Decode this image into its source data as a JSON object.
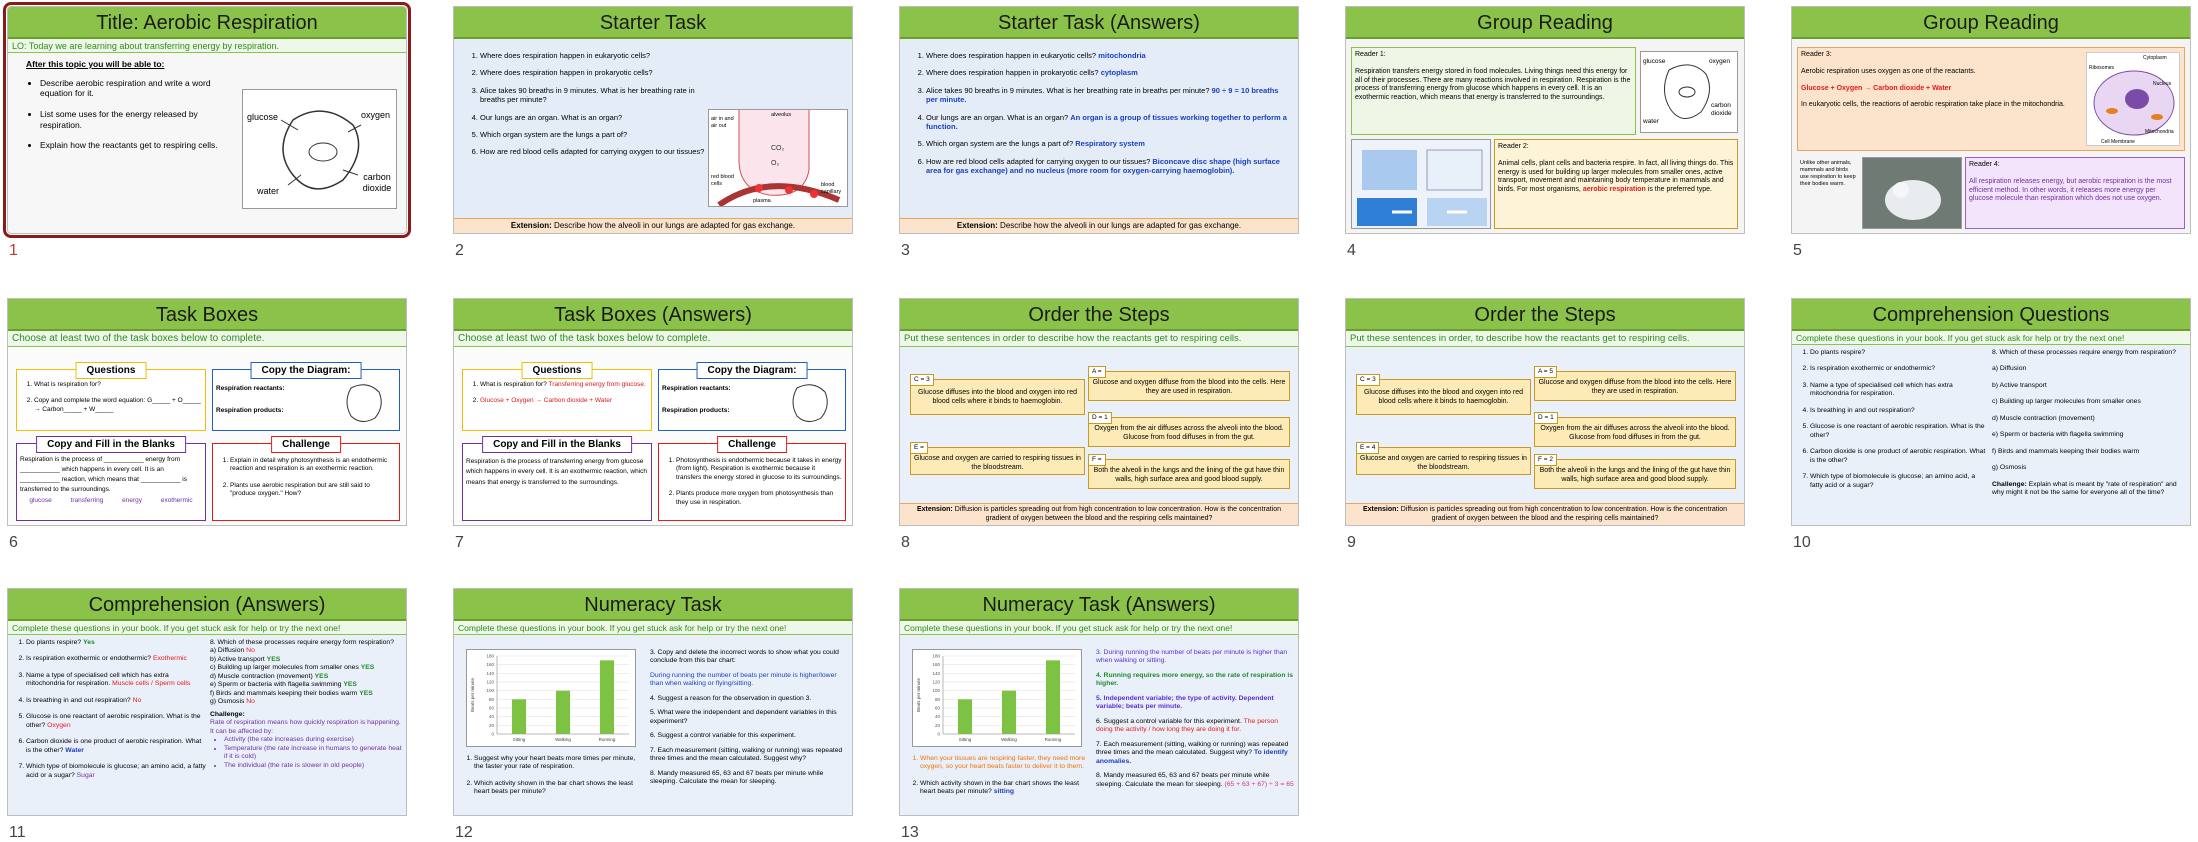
{
  "slides": [
    {
      "number": "1",
      "title": "Title: Aerobic Respiration",
      "lo": "LO: Today we are learning about transferring energy by respiration.",
      "after_heading": "After this topic you will be able to:",
      "bullets": [
        "Describe aerobic respiration and write a word equation for it.",
        "List some uses for the energy released by respiration.",
        "Explain how the reactants get to respiring cells."
      ],
      "diagram_labels": [
        "glucose",
        "oxygen",
        "water",
        "carbon dioxide"
      ]
    },
    {
      "number": "2",
      "title": "Starter Task",
      "questions": [
        "Where does respiration happen in eukaryotic cells?",
        "Where does respiration happen in prokaryotic cells?",
        "Alice takes 90 breaths in 9 minutes. What is her breathing rate in breaths per minute?",
        "Our lungs are an organ. What is an organ?",
        "Which organ system are the lungs a part of?",
        "How are red blood cells adapted for carrying oxygen to our tissues?"
      ],
      "diagram_labels": [
        "air in and air out",
        "alveolus",
        "red blood cells",
        "plasma",
        "blood capillary"
      ],
      "ext_label": "Extension:",
      "ext_text": "Describe how the alveoli in our lungs are adapted for gas exchange."
    },
    {
      "number": "3",
      "title": "Starter Task (Answers)",
      "questions": [
        "Where does respiration happen in eukaryotic cells?",
        "Where does respiration happen in prokaryotic cells?",
        "Alice takes 90 breaths in 9 minutes. What is her breathing rate in breaths per minute?",
        "Our lungs are an organ. What is an organ?",
        "Which organ system are the lungs a part of?",
        "How are red blood cells adapted for carrying oxygen to our tissues?"
      ],
      "answers": [
        "mitochondria",
        "cytoplasm",
        "90 ÷ 9 = 10 breaths per minute.",
        "An organ is a group of tissues working together to perform a function.",
        "Respiratory system",
        "Biconcave disc shape (high surface area for gas exchange) and no nucleus (more room for oxygen-carrying haemoglobin)."
      ],
      "ext_label": "Extension:",
      "ext_text": "Describe how the alveoli in our lungs are adapted for gas exchange."
    },
    {
      "number": "4",
      "title": "Group Reading",
      "reader1_label": "Reader 1:",
      "reader1_text": "Respiration transfers energy stored in food molecules. Living things need this energy for all of their processes. There are many reactions involved in respiration. Respiration is the process of transferring energy from glucose which happens in every cell. It is an exothermic reaction, which means that energy is transferred to the surroundings.",
      "reader2_label": "Reader 2:",
      "reader2_text": "Animal cells, plant cells and bacteria respire. In fact, all living things do. This energy is used for building up larger molecules from smaller ones, active transport, movement and maintaining body temperature in mammals and birds. For most organisms,",
      "reader2_highlight": "aerobic respiration",
      "reader2_end": "is the preferred type.",
      "diagram_labels": [
        "oxygen",
        "glucose",
        "water",
        "carbon dioxide"
      ]
    },
    {
      "number": "5",
      "title": "Group Reading",
      "reader3_label": "Reader 3:",
      "reader3_text": "Aerobic respiration uses oxygen as one of the reactants.",
      "equation": "Glucose + Oxygen → Carbon dioxide + Water",
      "reader3_text2": "In eukaryotic cells, the reactions of aerobic respiration take place in the mitochondria.",
      "reader4_label": "Reader 4:",
      "reader4_text": "All respiration releases energy, but aerobic respiration is the most efficient method. In other words, it releases more energy per glucose molecule than respiration which does not use oxygen.",
      "side_note": "Unlike other animals, mammals and birds use respiration to keep their bodies warm.",
      "cell_labels": [
        "Cytoplasm",
        "Ribosomes",
        "Nucleus",
        "Mitochondria",
        "Cell Membrane"
      ]
    },
    {
      "number": "6",
      "title": "Task Boxes",
      "lo": "Choose at least two of the task boxes below to complete.",
      "questions_head": "Questions",
      "questions": [
        "What is respiration for?",
        "Copy and complete the word equation: G_____ + O_____ → Carbon_____ + W_____"
      ],
      "diagram_head": "Copy the Diagram:",
      "reactants_label": "Respiration reactants:",
      "products_label": "Respiration products:",
      "blanks_head": "Copy and Fill in the Blanks",
      "blanks_text": "Respiration is the process of ___________ energy from ___________ which happens in every cell. It is an ___________ reaction, which means that ___________ is transferred to the surroundings.",
      "words": [
        "glucose",
        "transferring",
        "energy",
        "exothermic"
      ],
      "challenge_head": "Challenge",
      "challenge": [
        "Explain in detail why photosynthesis is an endothermic reaction and respiration is an exothermic reaction.",
        "Plants use aerobic respiration but are still said to \"produce oxygen.\" How?"
      ]
    },
    {
      "number": "7",
      "title": "Task Boxes (Answers)",
      "lo": "Choose at least two of the task boxes below to complete.",
      "questions_head": "Questions",
      "q1": "What is respiration for?",
      "a1": "Transferring energy from glucose.",
      "a2": "Glucose + Oxygen → Carbon dioxide + Water",
      "diagram_head": "Copy the Diagram:",
      "reactants_label": "Respiration reactants:",
      "products_label": "Respiration products:",
      "blanks_head": "Copy and Fill in the Blanks",
      "blanks_text": "Respiration is the process of transferring energy from glucose which happens in every cell. It is an exothermic reaction, which means that energy is transferred to the surroundings.",
      "challenge_head": "Challenge",
      "challenge": [
        "Photosynthesis is endothermic because it takes in energy (from light). Respiration is exothermic because it transfers the energy stored in glucose to its surroundings.",
        "Plants produce more oxygen from photosynthesis than they use in respiration."
      ]
    },
    {
      "number": "8",
      "title": "Order the Steps",
      "lo": "Put these sentences in order to describe how the reactants get to respiring cells.",
      "steps": [
        {
          "label": "C = 3",
          "text": "Glucose diffuses into the blood and oxygen into red blood cells where it binds to haemoglobin."
        },
        {
          "label": "A =",
          "text": "Glucose and oxygen diffuse from the blood into the cells. Here they are used in respiration."
        },
        {
          "label": "D = 1",
          "text": "Oxygen from the air diffuses across the alveoli into the blood. Glucose from food diffuses in from the gut."
        },
        {
          "label": "E =",
          "text": "Glucose and oxygen are carried to respiring tissues in the bloodstream."
        },
        {
          "label": "F =",
          "text": "Both the alveoli in the lungs and the lining of the gut have thin walls, high surface area and good blood supply."
        }
      ],
      "ext_label": "Extension:",
      "ext_text": "Diffusion is particles spreading out from high concentration to low concentration. How is the concentration gradient of oxygen between the blood and the respiring cells maintained?"
    },
    {
      "number": "9",
      "title": "Order the Steps",
      "lo": "Put these sentences in order, to describe how the reactants get to respiring cells.",
      "steps": [
        {
          "label": "C = 3",
          "text": "Glucose diffuses into the blood and oxygen into red blood cells where it binds to haemoglobin."
        },
        {
          "label": "A = 5",
          "text": "Glucose and oxygen diffuse from the blood into the cells. Here they are used in respiration."
        },
        {
          "label": "D = 1",
          "text": "Oxygen from the air diffuses across the alveoli into the blood. Glucose from food diffuses in from the gut."
        },
        {
          "label": "E = 4",
          "text": "Glucose and oxygen are carried to respiring tissues in the bloodstream."
        },
        {
          "label": "F = 2",
          "text": "Both the alveoli in the lungs and the lining of the gut have thin walls, high surface area and good blood supply."
        }
      ],
      "ext_label": "Extension:",
      "ext_text": "Diffusion is particles spreading out from high concentration to low concentration. How is the concentration gradient of oxygen between the blood and the respiring cells maintained?"
    },
    {
      "number": "10",
      "title": "Comprehension Questions",
      "lo": "Complete these questions in your book. If you get stuck ask for help or try the next one!",
      "left": [
        "Do plants respire?",
        "Is respiration exothermic or endothermic?",
        "Name a type of specialised cell which has extra mitochondria for respiration.",
        "Is breathing in and out respiration?",
        "Glucose is one reactant of aerobic respiration. What is the other?",
        "Carbon dioxide is one product of aerobic respiration. What is the other?",
        "Which type of biomolecule is glucose; an amino acid, a fatty acid or a sugar?"
      ],
      "right_q": "8. Which of these processes require energy from respiration?",
      "right": [
        "a) Diffusion",
        "b) Active transport",
        "c) Building up larger molecules from smaller ones",
        "d) Muscle contraction (movement)",
        "e) Sperm or bacteria with flagella swimming",
        "f) Birds and mammals keeping their bodies warm",
        "g) Osmosis"
      ],
      "challenge_label": "Challenge:",
      "challenge": "Explain what is meant by \"rate of respiration\" and why might it not be the same for everyone all of the time?"
    },
    {
      "number": "11",
      "title": "Comprehension (Answers)",
      "lo": "Complete these questions in your book. If you get stuck ask for help or try the next one!",
      "left": [
        "Do plants respire?",
        "Is respiration exothermic or endothermic?",
        "Name a type of specialised cell which has extra mitochondria for respiration.",
        "Is breathing in and out respiration?",
        "Glucose is one reactant of aerobic respiration. What is the other?",
        "Carbon dioxide is one product of aerobic respiration. What is the other?",
        "Which type of biomolecule is glucose; an amino acid, a fatty acid or a sugar?"
      ],
      "left_ans": [
        "Yes",
        "Exothermic",
        "Muscle cells / Sperm cells",
        "No",
        "Oxygen",
        "Water",
        "Sugar"
      ],
      "right_q": "8. Which of these processes require energy form respiration?",
      "right": [
        "a) Diffusion",
        "b) Active transport",
        "c) Building up larger molecules from smaller ones",
        "d) Muscle contraction (movement)",
        "e) Sperm or bacteria with flagella swimming",
        "f) Birds and mammals keeping their bodies warm",
        "g) Osmosis"
      ],
      "right_ans": [
        "No",
        "YES",
        "YES",
        "YES",
        "YES",
        "YES",
        "No"
      ],
      "challenge_label": "Challenge:",
      "challenge_text": "Rate of respiration means how quickly respiration is happening. It can be affected by:",
      "challenge_points": [
        "Activity (the rate increases during exercise)",
        "Temperature (the rate increase in humans to generate heat if it is cold)",
        "The individual (the rate is slower in old people)"
      ]
    },
    {
      "number": "12",
      "title": "Numeracy Task",
      "lo": "Complete these questions in your book. If you get stuck ask for help or try the next one!",
      "left": [
        "Suggest why your heart beats more times per minute, the faster your rate of respiration.",
        "Which activity shown in the bar chart shows the least heart beats per minute?"
      ],
      "right": [
        "3. Copy and delete the incorrect words to show what you could conclude from this bar chart:",
        "During running the number of beats per minute is higher/lower than when walking or flying/sitting.",
        "4. Suggest a reason for the observation in question 3.",
        "5. What were the independent and dependent variables in this experiment?",
        "6. Suggest a control variable for this experiment.",
        "7. Each measurement (sitting, walking or running) was repeated three times and the mean calculated. Suggest why?",
        "8. Mandy measured 65, 63 and 67 beats per minute while sleeping. Calculate the mean for sleeping."
      ]
    },
    {
      "number": "13",
      "title": "Numeracy Task (Answers)",
      "lo": "Complete these questions in your book. If you get stuck ask for help or try the next one!",
      "left_ans": [
        "When your tissues are respiring faster, they need more oxygen, so your heart beats faster to deliver it to them.",
        "Which activity shown in the bar chart shows the least heart beats per minute?"
      ],
      "left_ans2": "sitting",
      "right": [
        "3. During running the number of beats per minute is higher than when walking or sitting.",
        "4. Running requires more energy, so the rate of respiration is higher.",
        "5. Independent variable; the type of activity. Dependent variable; beats per minute.",
        "6. Suggest a control variable for this experiment.",
        "7. Each measurement (sitting, walking or running) was repeated three times and the mean calculated. Suggest why?",
        "8. Mandy measured 65, 63 and 67 beats per minute while sleeping. Calculate the mean for sleeping."
      ],
      "right_ans6": "The person doing the activity / how long they are doing it for.",
      "right_ans7": "To identify anomalies.",
      "right_ans8": "(65 + 63 + 67) ÷ 3 = 65"
    }
  ],
  "chart_data": [
    {
      "type": "bar",
      "categories": [
        "Sitting",
        "Walking",
        "Running"
      ],
      "values": [
        80,
        100,
        170
      ],
      "ylabel": "Beats per minute",
      "ylim": [
        0,
        180
      ],
      "yticks": [
        0,
        20,
        40,
        60,
        80,
        100,
        120,
        140,
        160,
        180
      ],
      "color": "#7dc242"
    },
    {
      "type": "bar",
      "categories": [
        "Sitting",
        "Walking",
        "Running"
      ],
      "values": [
        80,
        100,
        170
      ],
      "ylabel": "Beats per minute",
      "ylim": [
        0,
        180
      ],
      "yticks": [
        0,
        20,
        40,
        60,
        80,
        100,
        120,
        140,
        160,
        180
      ],
      "color": "#7dc242"
    }
  ],
  "colors": {
    "title_bar": "#8bc34a",
    "selected_outline": "#8b1a1a",
    "extension_bg": "#fce4cc"
  }
}
